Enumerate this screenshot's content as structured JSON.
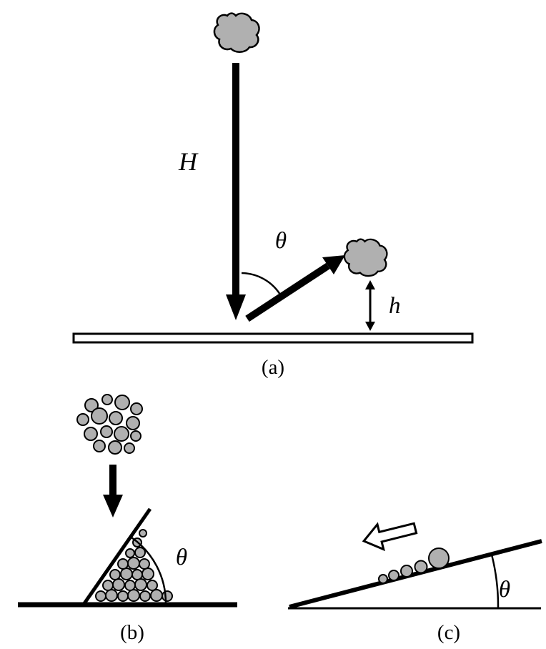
{
  "figure": {
    "colors": {
      "background": "#ffffff",
      "particle_fill": "#b0b0b0",
      "line": "#000000"
    },
    "panels": {
      "a": {
        "caption": "(a)",
        "labels": {
          "drop_height": "H",
          "rebound_angle": "θ",
          "rebound_height": "h"
        }
      },
      "b": {
        "caption": "(b)",
        "labels": {
          "repose_angle": "θ"
        }
      },
      "c": {
        "caption": "(c)",
        "labels": {
          "tilt_angle": "θ"
        }
      }
    }
  }
}
